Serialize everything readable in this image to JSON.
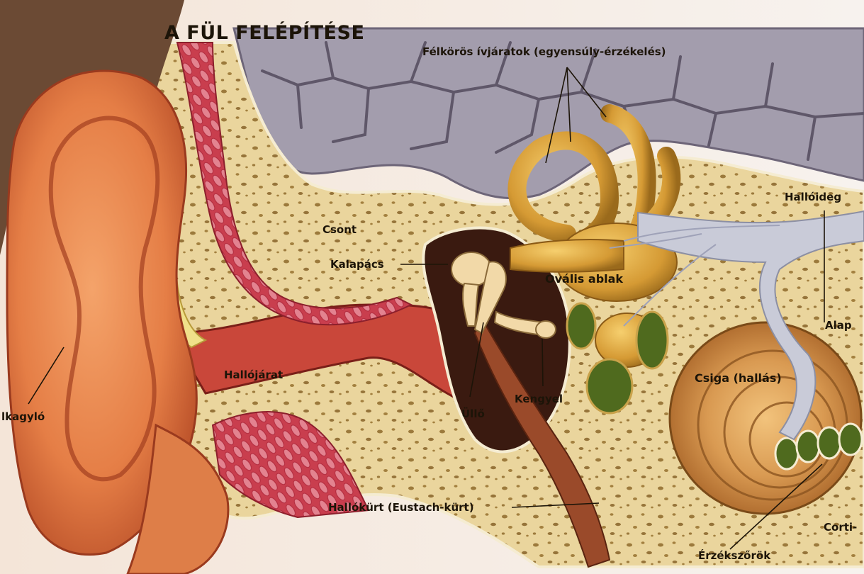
{
  "title": "A FÜL FELÉPÍTÉSE",
  "labels": {
    "semicircular_canals": "Félkörös ívjáratok (egyensúly-érzékelés)",
    "auditory_nerve": "Hallóideg",
    "bone": "Csont",
    "hammer": "Kalapács",
    "oval_window": "Ovális ablak",
    "auricle": "lkagyló",
    "ear_canal": "Hallójárat",
    "anvil": "Üllő",
    "stirrup": "Kengyel",
    "cochlea": "Csiga (hallás)",
    "basilar": "Alap",
    "eustachian_tube": "Hallókürt (Eustach-kürt)",
    "receptors": "Érzékszőrök",
    "corti": "Corti-"
  },
  "colors": {
    "bone": "#e9d49c",
    "bone_pore": "#9c7a3c",
    "skin": "#e9864c",
    "skin_dark": "#b8452a",
    "muscle": "#d24a58",
    "skull": "#a7a0ad",
    "canal_gold": "#d9a23c",
    "fluid_green": "#4f6a1e",
    "nerve": "#c9cbd8",
    "text": "#1c1408"
  }
}
